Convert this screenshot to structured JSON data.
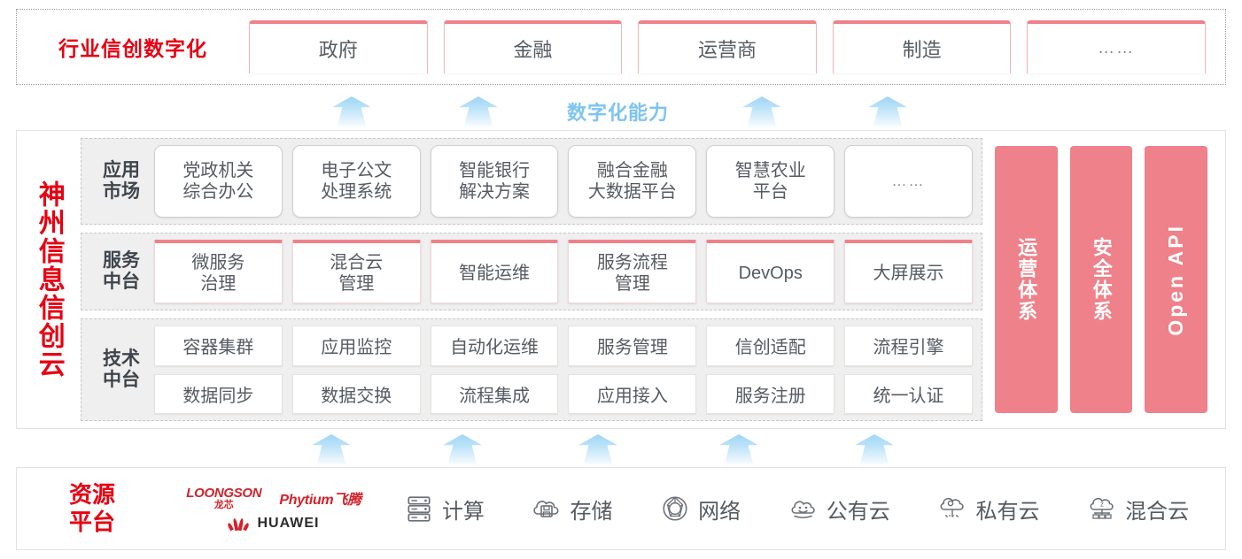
{
  "industry": {
    "title": "行业信创数字化",
    "cards": [
      "政府",
      "金融",
      "运营商",
      "制造",
      "……"
    ]
  },
  "capability": {
    "label": "数字化能力",
    "arrow_count_top": 4,
    "arrow_count_bottom": 5
  },
  "cloud": {
    "title": "神州信息信创云",
    "rows": [
      {
        "label": "应用\n市场",
        "label_line1": "应用",
        "label_line2": "市场",
        "cards": [
          "党政机关\n综合办公",
          "电子公文\n处理系统",
          "智能银行\n解决方案",
          "融合金融\n大数据平台",
          "智慧农业\n平台",
          "……"
        ]
      },
      {
        "label_line1": "服务",
        "label_line2": "中台",
        "cards": [
          "微服务\n治理",
          "混合云\n管理",
          "智能运维",
          "服务流程\n管理",
          "DevOps",
          "大屏展示"
        ]
      },
      {
        "label_line1": "技术",
        "label_line2": "中台",
        "cards_row1": [
          "容器集群",
          "应用监控",
          "自动化运维",
          "服务管理",
          "信创适配",
          "流程引擎"
        ],
        "cards_row2": [
          "数据同步",
          "数据交换",
          "流程集成",
          "应用接入",
          "服务注册",
          "统一认证"
        ]
      }
    ],
    "pillars": [
      "运营体系",
      "安全体系",
      "Open API"
    ]
  },
  "resource": {
    "title_line1": "资源",
    "title_line2": "平台",
    "logos": [
      {
        "name": "loongson",
        "en": "LOONGSON",
        "cn": "龙芯"
      },
      {
        "name": "phytium",
        "text": "Phytium飞腾"
      },
      {
        "name": "huawei",
        "text": "HUAWEI"
      }
    ],
    "items": [
      {
        "icon": "server-rack-icon",
        "label": "计算"
      },
      {
        "icon": "cloud-storage-icon",
        "label": "存储"
      },
      {
        "icon": "network-mesh-icon",
        "label": "网络"
      },
      {
        "icon": "public-cloud-icon",
        "label": "公有云"
      },
      {
        "icon": "private-cloud-icon",
        "label": "私有云"
      },
      {
        "icon": "hybrid-cloud-icon",
        "label": "混合云"
      }
    ]
  },
  "colors": {
    "brand_red": "#E60012",
    "pink": "#EE8189",
    "arrow_blue": "#9ED5F5",
    "capability_blue": "#7EC4F0",
    "band_gray": "#EFEFEF",
    "text_gray": "#555B62"
  }
}
